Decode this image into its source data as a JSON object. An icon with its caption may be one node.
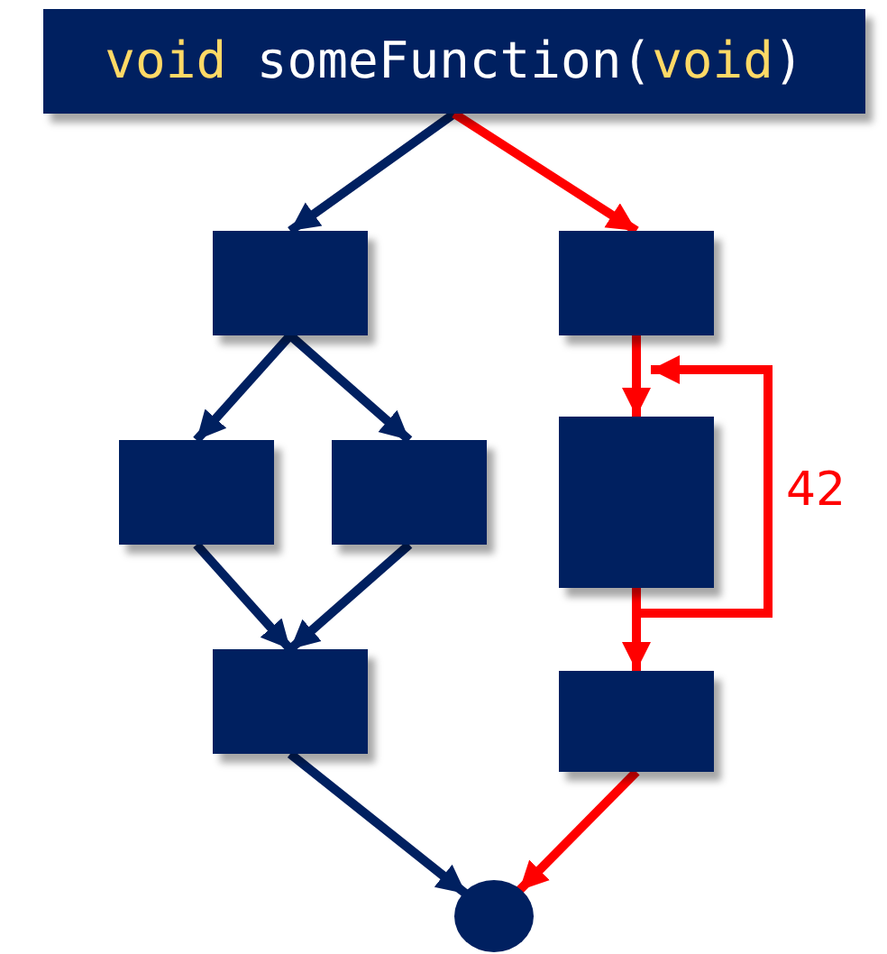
{
  "diagram": {
    "nodes": [
      {
        "text": [
          "void someFunction(void)"
        ]
      },
      {
        "text": [],
        "shape": "box"
      },
      {
        "text": [],
        "shape": "box"
      },
      {
        "text": [],
        "shape": "box"
      },
      {
        "text": [],
        "shape": "box"
      },
      {
        "text": [],
        "shape": "box"
      },
      {
        "text": [],
        "shape": "box"
      },
      {
        "text": [],
        "shape": "box"
      },
      {
        "text": [],
        "shape": "circle"
      }
    ],
    "edges": [
      {
        "from": 0,
        "to": 1,
        "arrow": "to"
      },
      {
        "from": 0,
        "to": 2,
        "arrow": "to",
        "color": "#ff0000"
      },
      {
        "from": 1,
        "to": 3,
        "arrow": "to"
      },
      {
        "from": 1,
        "to": 4,
        "arrow": "to"
      },
      {
        "from": 2,
        "to": 5,
        "arrow": "to",
        "color": "#ff0000"
      },
      {
        "from": 5,
        "to": 5,
        "arrow": "to",
        "color": "#ff0000",
        "label": "42"
      },
      {
        "from": 3,
        "to": 6,
        "arrow": "to"
      },
      {
        "from": 4,
        "to": 6,
        "arrow": "to"
      },
      {
        "from": 5,
        "to": 7,
        "arrow": "to",
        "color": "#ff0000"
      },
      {
        "from": 6,
        "to": 8,
        "arrow": "to"
      },
      {
        "from": 7,
        "to": 8,
        "arrow": "to",
        "color": "#ff0000"
      }
    ]
  }
}
